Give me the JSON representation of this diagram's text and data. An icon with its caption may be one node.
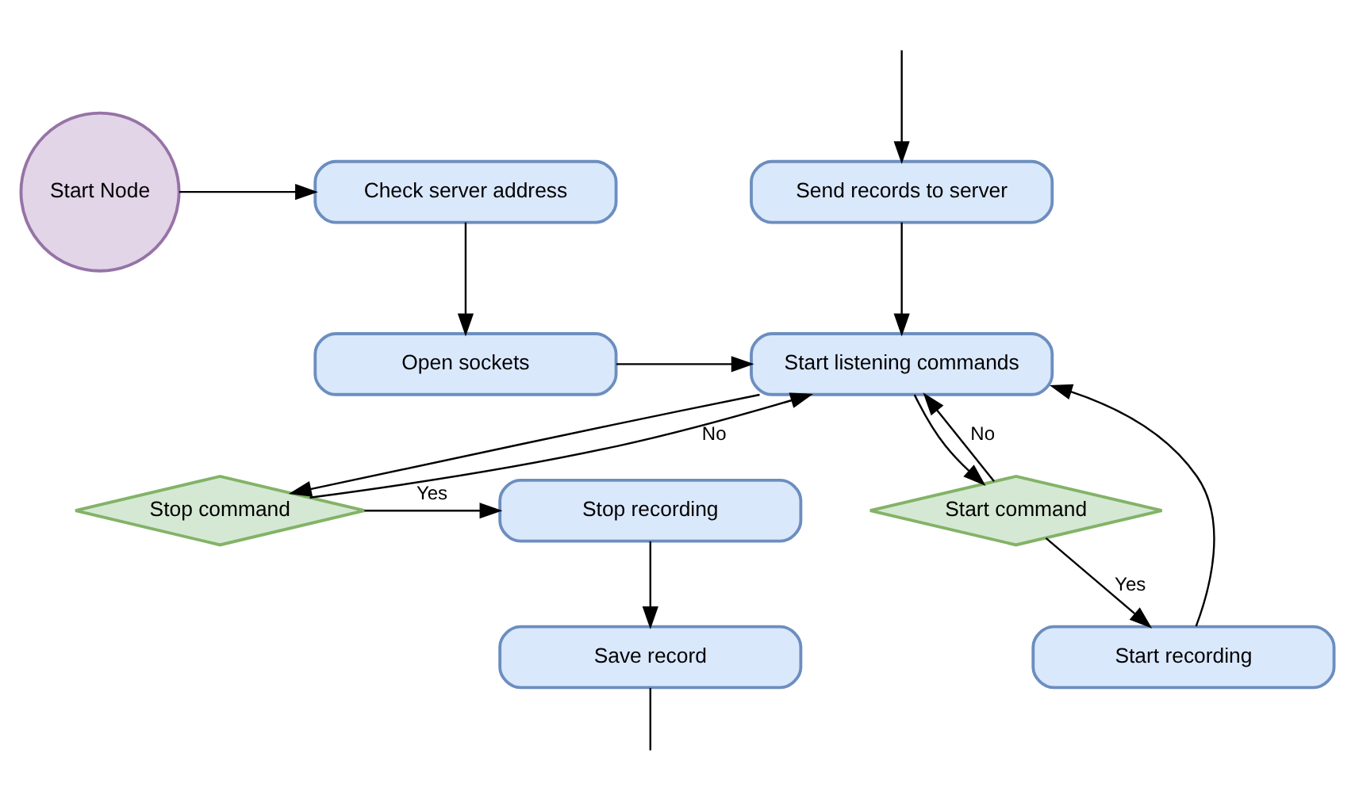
{
  "diagram": {
    "nodes": [
      {
        "text": [
          "Start Node"
        ]
      },
      {
        "text": [
          "Check server address"
        ]
      },
      {
        "text": [
          "Send records to server"
        ]
      },
      {
        "text": [
          "Open sockets"
        ]
      },
      {
        "text": [
          "Start listening commands"
        ]
      },
      {
        "text": [
          "Stop recording"
        ]
      },
      {
        "text": [
          "Stop command"
        ]
      },
      {
        "text": [
          "Start command"
        ]
      },
      {
        "text": [
          "Save record"
        ]
      },
      {
        "text": [
          "Start recording"
        ]
      }
    ],
    "edges": [
      {
        "from": 0,
        "to": 1,
        "arrow": "to"
      },
      {
        "from": 1,
        "to": 3,
        "arrow": "to"
      },
      {
        "from": null,
        "to": 2,
        "arrow": "to"
      },
      {
        "from": 2,
        "to": 4,
        "arrow": "to"
      },
      {
        "from": 3,
        "to": 4,
        "arrow": "to"
      },
      {
        "from": 4,
        "to": 6,
        "arrow": "to"
      },
      {
        "from": 4,
        "to": 7,
        "arrow": "to"
      },
      {
        "from": 6,
        "to": 5,
        "arrow": "to",
        "label": "Yes"
      },
      {
        "from": 7,
        "to": 9,
        "arrow": "to",
        "label": "Yes"
      },
      {
        "from": 7,
        "to": 4,
        "arrow": "to",
        "label": "No"
      },
      {
        "from": 6,
        "to": 4,
        "arrow": "to",
        "label": "No"
      },
      {
        "from": 9,
        "to": 4,
        "arrow": "to"
      },
      {
        "from": 5,
        "to": 8,
        "arrow": "to"
      },
      {
        "from": 8,
        "to": null,
        "arrow": "none"
      }
    ]
  }
}
